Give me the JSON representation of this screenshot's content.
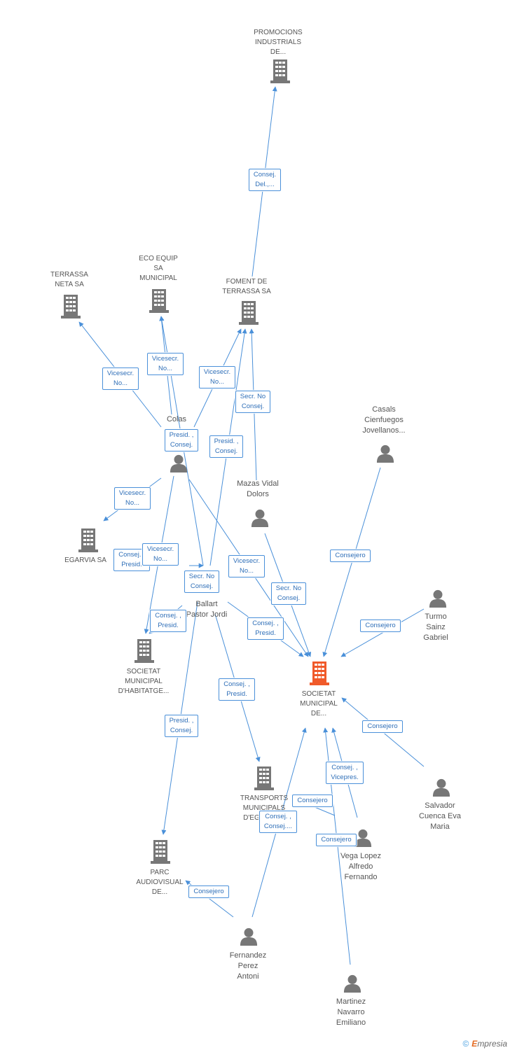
{
  "colors": {
    "edge": "#4a90d9",
    "company": "#777777",
    "person": "#777777",
    "focus": "#f05a2a"
  },
  "nodes": [
    {
      "id": "promocions",
      "kind": "company",
      "label": "PROMOCIONS\nINDUSTRIALS\nDE..."
    },
    {
      "id": "terrassa_neta",
      "kind": "company",
      "label": "TERRASSA\nNETA SA"
    },
    {
      "id": "eco_equip",
      "kind": "company",
      "label": "ECO EQUIP\nSA\nMUNICIPAL"
    },
    {
      "id": "foment",
      "kind": "company",
      "label": "FOMENT DE\nTERRASSA SA"
    },
    {
      "id": "colas",
      "kind": "person",
      "label": "Colas"
    },
    {
      "id": "casals",
      "kind": "person",
      "label": "Casals\nCienfuegos\nJovellanos..."
    },
    {
      "id": "mazas",
      "kind": "person",
      "label": "Mazas Vidal\nDolors"
    },
    {
      "id": "egarvia",
      "kind": "company",
      "label": "EGARVIA SA"
    },
    {
      "id": "ballart",
      "kind": "person",
      "label": "Ballart\nPastor Jordi"
    },
    {
      "id": "turmo",
      "kind": "person",
      "label": "Turmo\nSainz\nGabriel"
    },
    {
      "id": "smh",
      "kind": "company",
      "label": "SOCIETAT\nMUNICIPAL\nD'HABITATGE..."
    },
    {
      "id": "focus",
      "kind": "focus",
      "label": "SOCIETAT\nMUNICIPAL\nDE..."
    },
    {
      "id": "transports",
      "kind": "company",
      "label": "TRANSPORTS\nMUNICIPALS\nD'EGARA SA"
    },
    {
      "id": "salvador",
      "kind": "person",
      "label": "Salvador\nCuenca Eva\nMaria"
    },
    {
      "id": "vega",
      "kind": "person",
      "label": "Vega Lopez\nAlfredo\nFernando"
    },
    {
      "id": "parc",
      "kind": "company",
      "label": "PARC\nAUDIOVISUAL\nDE..."
    },
    {
      "id": "fernandez",
      "kind": "person",
      "label": "Fernandez\nPerez\nAntoni"
    },
    {
      "id": "martinez",
      "kind": "person",
      "label": "Martinez\nNavarro\nEmiliano"
    }
  ],
  "edge_labels": [
    "Consej.\nDel.,...",
    "Vicesecr.\nNo...",
    "Vicesecr.\nNo...",
    "Vicesecr.\nNo...",
    "Secr. No\nConsej.",
    "Presid. ,\nConsej.",
    "Presid. ,\nConsej.",
    "Vicesecr.\nNo...",
    "Consej. ,\nPresid.",
    "Vicesecr.\nNo...",
    "Secr. No\nConsej.",
    "Vicesecr.\nNo...",
    "Secr. No\nConsej.",
    "Consej. ,\nPresid.",
    "Consej. ,\nPresid.",
    "Consejero",
    "Consejero",
    "Consej. ,\nPresid.",
    "Presid. ,\nConsej.",
    "Consejero",
    "Consej. ,\nVicepres.",
    "Consejero",
    "Consej. ,\nConsej....",
    "Consejero",
    "Consejero"
  ],
  "footer": {
    "copyright": "©",
    "brand_e": "E",
    "brand_rest": "mpresia"
  }
}
